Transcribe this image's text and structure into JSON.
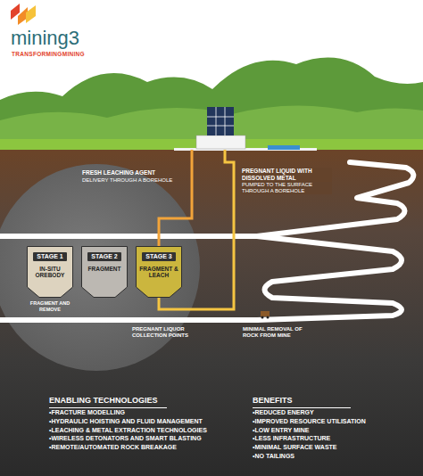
{
  "diagram": {
    "nodes": [
      {
        "text": [
          "STAGE 1",
          "IN-SITU OREBODY"
        ]
      },
      {
        "text": [
          "STAGE 2",
          "FRAGMENT"
        ]
      },
      {
        "text": [
          "STAGE 3",
          "FRAGMENT & LEACH"
        ]
      }
    ],
    "labels": [
      "mining3",
      "TRANSFORMINGMINING",
      "FRESH LEACHING AGENT",
      "DELIVERY THROUGH A BOREHOLE",
      "PREGNANT LIQUID WITH DISSOLVED METAL",
      "PUMPED TO THE SURFACE THROUGH A BOREHOLE",
      "FRAGMENT AND REMOVE",
      "PREGNANT LIQUOR COLLECTION POINTS",
      "MINIMAL REMOVAL OF ROCK FROM MINE",
      "ENABLING TECHNOLOGIES",
      "•FRACTURE MODELLING",
      "•HYDRAULIC HOISTING AND FLUID MANAGEMENT",
      "•LEACHING & METAL EXTRACTION TECHNOLOGIES",
      "•WIRELESS DETONATORS AND SMART BLASTING",
      "•REMOTE/AUTOMATED ROCK BREAKAGE",
      "BENEFITS",
      "•REDUCED ENERGY",
      "•IMPROVED RESOURCE UTILISATION",
      "•LOW ENTRY MINE",
      "•LESS INFRASTRUCTURE",
      "•MINIMAL SURFACE WASTE",
      "•NO TAILINGS"
    ]
  }
}
